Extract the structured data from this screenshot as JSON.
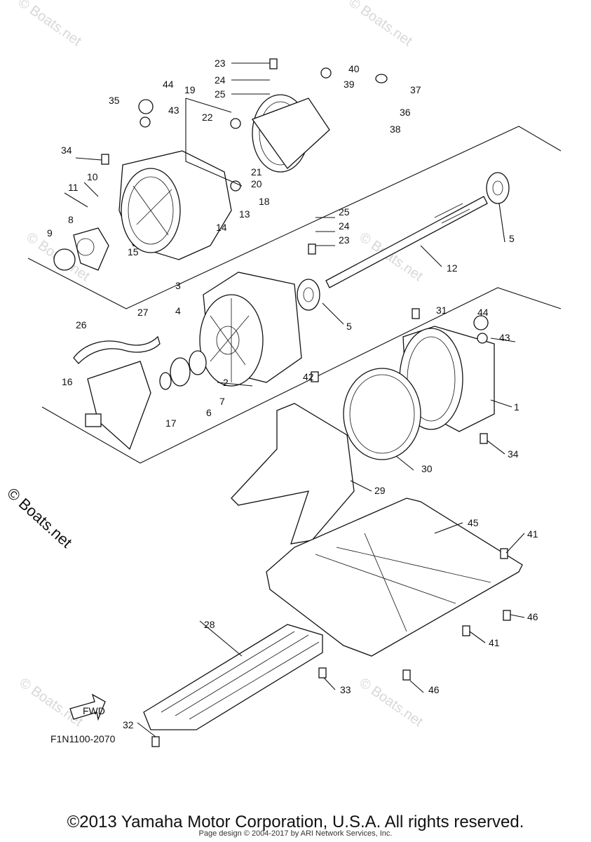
{
  "diagram": {
    "diagram_code": "F1N1100-2070",
    "fwd_label": "FWD",
    "callouts": [
      "1",
      "2",
      "3",
      "4",
      "5",
      "5",
      "6",
      "7",
      "8",
      "9",
      "10",
      "11",
      "12",
      "13",
      "14",
      "15",
      "16",
      "17",
      "18",
      "19",
      "20",
      "21",
      "22",
      "23",
      "23",
      "24",
      "24",
      "25",
      "25",
      "26",
      "27",
      "28",
      "29",
      "30",
      "31",
      "32",
      "33",
      "34",
      "34",
      "35",
      "36",
      "37",
      "38",
      "39",
      "40",
      "41",
      "41",
      "42",
      "43",
      "43",
      "44",
      "44",
      "45",
      "46",
      "46"
    ]
  },
  "watermark": {
    "text": "© Boats.net",
    "small_text": "© Boats.net"
  },
  "footer": {
    "copyright": "©2013 Yamaha Motor Corporation, U.S.A. All rights reserved.",
    "credit": "Page design © 2004-2017 by ARI Network Services, Inc."
  }
}
